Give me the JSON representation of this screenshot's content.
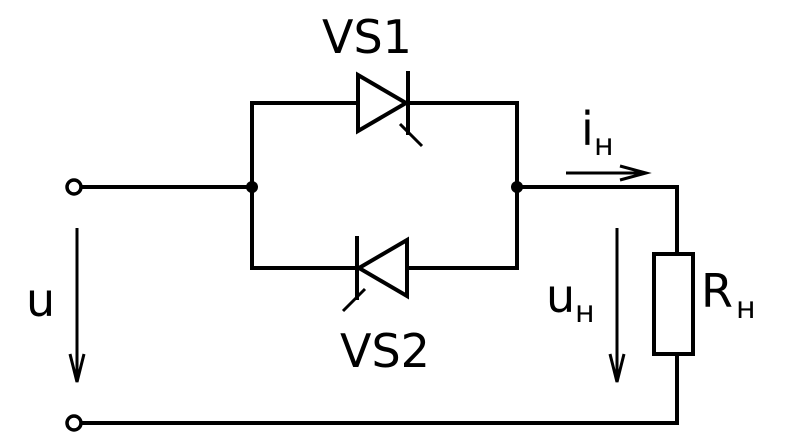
{
  "labels": {
    "vs1": "VS1",
    "vs2": "VS2",
    "u": "u",
    "i_main": "i",
    "i_sub": "н",
    "un_main": "u",
    "un_sub": "н",
    "r_main": "R",
    "r_sub": "н"
  }
}
